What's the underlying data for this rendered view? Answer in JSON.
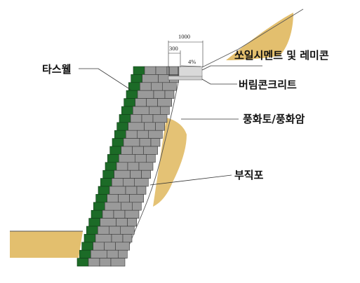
{
  "labels": {
    "tasswell": "타스웰",
    "soil_cement": "쏘일시멘트 및 레미콘",
    "lean_concrete": "버림콘크리트",
    "weathered": "풍화토/풍화암",
    "geotextile": "부직포"
  },
  "dimensions": {
    "total_width": "1000",
    "channel_width": "300",
    "slope": "4%"
  },
  "colors": {
    "sand": "#e3bf6e",
    "block_green": "#1c6b27",
    "block_gray": "#9a9a9a",
    "block_stroke": "#3a3a3a"
  }
}
